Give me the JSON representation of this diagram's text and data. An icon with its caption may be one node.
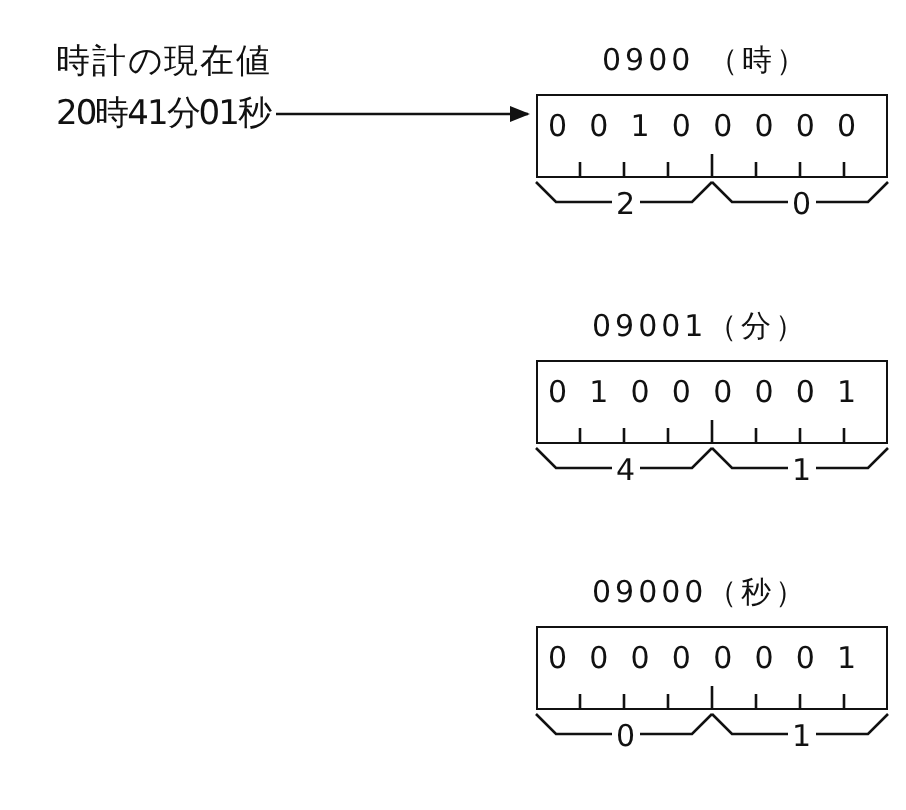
{
  "diagram": {
    "nodes": [
      {
        "text": [
          "時計の現在値",
          "20時41分01秒"
        ]
      },
      {
        "text": [
          "0900 （時）",
          "00100000"
        ],
        "beside": [
          "2",
          "0"
        ]
      },
      {
        "text": [
          "09001（分）",
          "01000001"
        ],
        "beside": [
          "4",
          "1"
        ]
      },
      {
        "text": [
          "09000（秒）",
          "00000001"
        ],
        "beside": [
          "0",
          "1"
        ]
      }
    ],
    "edges": [
      {
        "from": 0,
        "to": 1,
        "arrow": "to"
      }
    ]
  }
}
